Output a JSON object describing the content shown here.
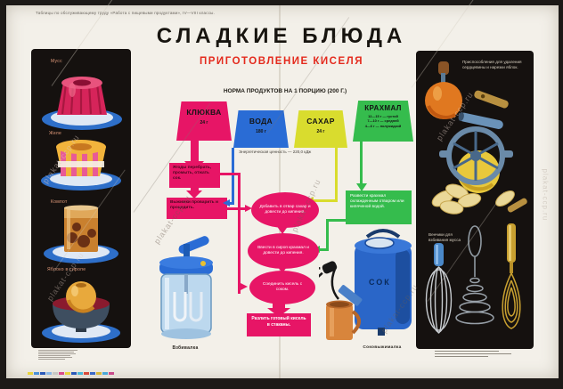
{
  "meta": {
    "series_note": "Таблицы по обслуживающему труду «Работа с пищевыми продуктами», IV—VIII классы.",
    "watermark": "plakat-ccp.ru"
  },
  "header": {
    "title": "СЛАДКИЕ БЛЮДА",
    "subtitle": "ПРИГОТОВЛЕНИЕ КИСЕЛЯ",
    "norm_heading": "НОРМА ПРОДУКТОВ НА 1 ПОРЦИЮ (200 Г.)",
    "energy_note": "Энергетическая ценность — 220,0 кДж"
  },
  "left_panel": {
    "items": [
      {
        "label": "Мусс"
      },
      {
        "label": "Желе"
      },
      {
        "label": "Компот"
      },
      {
        "label": "Яблоко в сиропе"
      }
    ]
  },
  "ingredients": {
    "cranberry": {
      "name": "КЛЮКВА",
      "amount": "24 г"
    },
    "water": {
      "name": "ВОДА",
      "amount": "180 г"
    },
    "sugar": {
      "name": "САХАР",
      "amount": "24 г"
    },
    "starch": {
      "name": "КРАХМАЛ",
      "options": [
        "12—15 г — густой",
        "7—10 г — средней",
        "4—6 г — полужидкой"
      ]
    }
  },
  "flow": {
    "step_berries": "Ягоды перебрать, промыть, отжать сок.",
    "step_marc": "Выжимки проварить и процедить.",
    "step_dilute_starch": "Развести крахмал охлажденным отваром или кипяченой водой.",
    "step_add_sugar": "Добавить в отвар сахар и довести до кипения.",
    "step_add_starch": "Ввести в сироп крахмал и довести до кипения.",
    "step_combine": "Соединить кисель с соком.",
    "step_pour": "Разлить готовый кисель в стаканы."
  },
  "equipment": {
    "whipper_caption": "Взбивалка",
    "juicer_caption": "Соковыжималка",
    "juicer_tank_label": "СОК"
  },
  "right_panel": {
    "tools_note": "Приспособления для удаления сердцевины и нарезки яблок.",
    "whisks_note": "Венчики для взбивания мусса"
  },
  "palette": {
    "pink": "#e71566",
    "blue": "#2a6cd5",
    "yellow": "#d9dc2e",
    "green": "#35bc4d",
    "title_red": "#e42a1d",
    "paper": "#f3f0e9",
    "panel_black": "#15110f"
  },
  "print_marks": [
    "#e8d43c",
    "#4a90d8",
    "#2a58b8",
    "#8ab8e8",
    "#c8c8c4",
    "#d84a8a",
    "#e8d43c",
    "#2a58b8",
    "#48b8d8",
    "#d84a3a",
    "#3a68c8",
    "#d8b83a",
    "#48a8d8",
    "#c84a8a"
  ]
}
